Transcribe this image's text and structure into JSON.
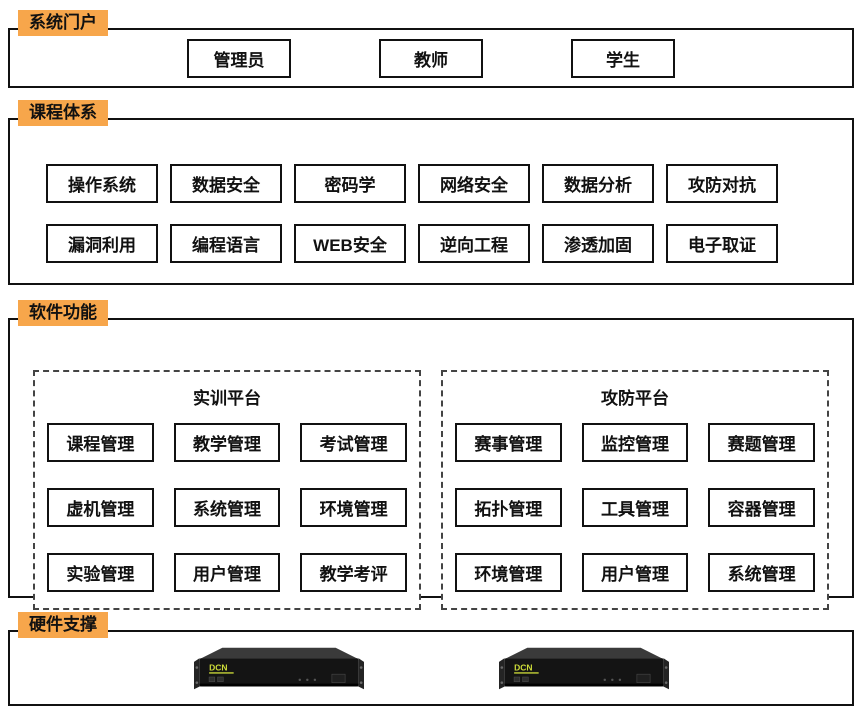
{
  "colors": {
    "label_bg": "#F7A64B",
    "border": "#111111",
    "brand_text": "#CDDC39"
  },
  "sections": {
    "portal": {
      "label": "系统门户",
      "items": [
        "管理员",
        "教师",
        "学生"
      ]
    },
    "courses": {
      "label": "课程体系",
      "rows": [
        [
          "操作系统",
          "数据安全",
          "密码学",
          "网络安全",
          "数据分析",
          "攻防对抗"
        ],
        [
          "漏洞利用",
          "编程语言",
          "WEB安全",
          "逆向工程",
          "渗透加固",
          "电子取证"
        ]
      ]
    },
    "software": {
      "label": "软件功能",
      "platforms": [
        {
          "title": "实训平台",
          "items": [
            "课程管理",
            "教学管理",
            "考试管理",
            "虚机管理",
            "系统管理",
            "环境管理",
            "实验管理",
            "用户管理",
            "教学考评"
          ]
        },
        {
          "title": "攻防平台",
          "items": [
            "赛事管理",
            "监控管理",
            "赛题管理",
            "拓扑管理",
            "工具管理",
            "容器管理",
            "环境管理",
            "用户管理",
            "系统管理"
          ]
        }
      ]
    },
    "hardware": {
      "label": "硬件支撑",
      "brand": "DCN"
    }
  }
}
